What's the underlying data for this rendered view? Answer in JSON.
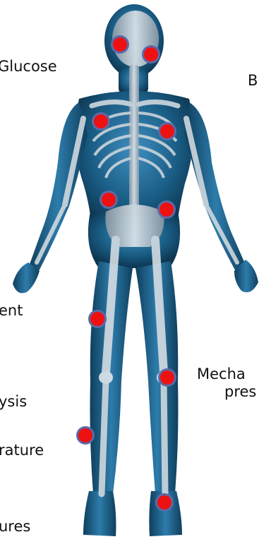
{
  "labels": {
    "glucose": "Glucose",
    "b": "B",
    "ent": "ent",
    "mecha": "Mecha",
    "pres": "pres",
    "ysis": "ysis",
    "rature": "rature",
    "ures": "ures"
  },
  "marker_color": "#ee1111",
  "marker_ring_color": "#5b6aa8",
  "body_color": "#1a5e86",
  "bone_color": "#b9c4cc"
}
